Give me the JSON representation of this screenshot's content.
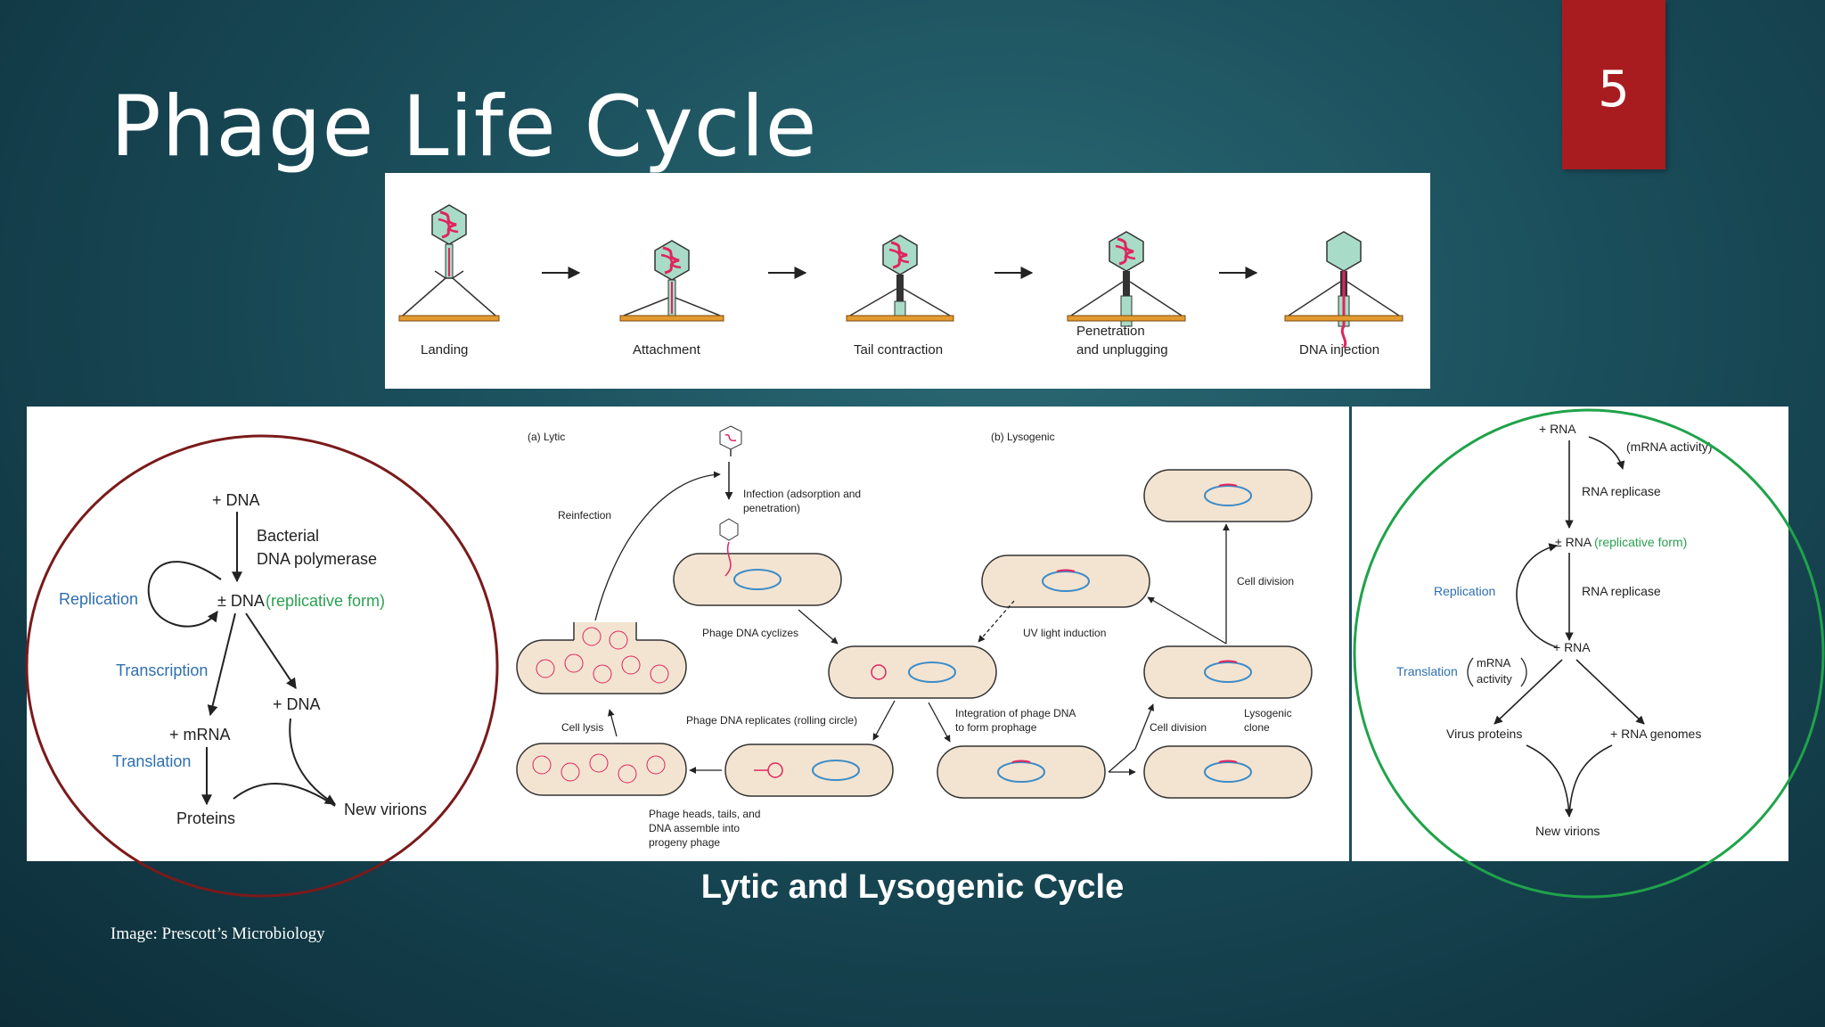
{
  "slide": {
    "title": "Phage Life Cycle",
    "number": "5",
    "caption": "Lytic and Lysogenic Cycle",
    "credit": "Image: Prescott’s Microbiology"
  },
  "infection_steps": {
    "labels": [
      "Landing",
      "Attachment",
      "Tail contraction",
      "Penetration",
      "and unplugging",
      "DNA injection"
    ]
  },
  "dna_phage": {
    "plus_dna": "+ DNA",
    "bacterial_1": "Bacterial",
    "bacterial_2": "DNA polymerase",
    "replication": "Replication",
    "pm_dna": "± DNA",
    "replicative_form": "(replicative form)",
    "transcription": "Transcription",
    "plus_dna_2": "+ DNA",
    "plus_mrna": "+ mRNA",
    "translation": "Translation",
    "proteins": "Proteins",
    "new_virions": "New virions"
  },
  "cycles": {
    "lytic_label": "(a) Lytic",
    "lysogenic_label": "(b) Lysogenic",
    "infection_1": "Infection (adsorption and",
    "infection_2": "penetration)",
    "reinfection": "Reinfection",
    "dna_cyclizes": "Phage DNA cyclizes",
    "cell_lysis": "Cell lysis",
    "dna_replicates": "Phage DNA replicates (rolling circle)",
    "assemble_1": "Phage heads, tails, and",
    "assemble_2": "DNA assemble into",
    "assemble_3": "progeny phage",
    "uv_induction": "UV light induction",
    "integration_1": "Integration of phage DNA",
    "integration_2": "to form prophage",
    "cell_division_1": "Cell division",
    "cell_division_2": "Cell division",
    "lysogenic_clone_1": "Lysogenic",
    "lysogenic_clone_2": "clone"
  },
  "rna_phage": {
    "plus_rna_top": "+ RNA",
    "mrna_activity": "(mRNA activity)",
    "rna_replicase_1": "RNA replicase",
    "pm_rna": "± RNA",
    "replicative_form": "(replicative form)",
    "replication": "Replication",
    "rna_replicase_2": "RNA replicase",
    "plus_rna_mid": "+ RNA",
    "translation": "Translation",
    "mrna_1": "mRNA",
    "mrna_2": "activity",
    "virus_proteins": "Virus proteins",
    "rna_genomes": "+ RNA genomes",
    "new_virions": "New virions"
  },
  "colors": {
    "slide_number_bg": "#a81c1f",
    "dark_red_circle": "#7a1a1a",
    "green_circle": "#1fa34a",
    "label_blue": "#2f6fb0",
    "label_green": "#2aa052",
    "cell_fill": "#f3e4d2",
    "membrane_orange": "#e39a2e",
    "dna_pink": "#e0245e"
  }
}
